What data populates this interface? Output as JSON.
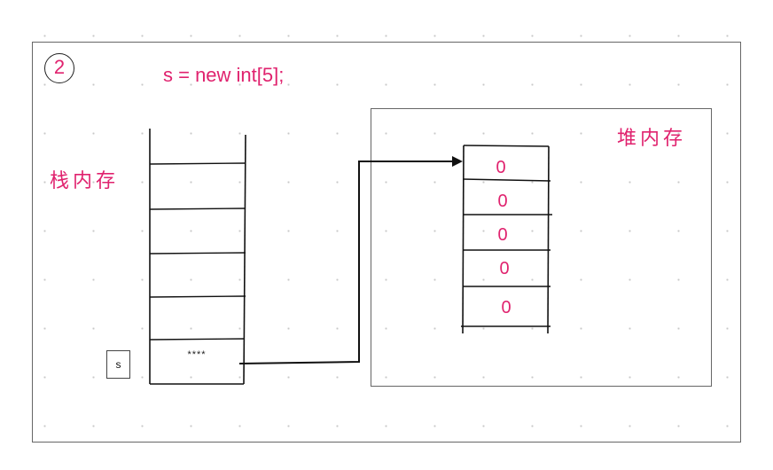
{
  "step_number": "2",
  "code": "s = new int[5];",
  "stack_label": "栈内存",
  "heap_label": "堆内存",
  "variable_name": "s",
  "stack_cell_value": "****",
  "heap_values": [
    "0",
    "0",
    "0",
    "0",
    "0"
  ],
  "colors": {
    "accent": "#e0226e",
    "line": "#111111",
    "border": "#666666"
  }
}
